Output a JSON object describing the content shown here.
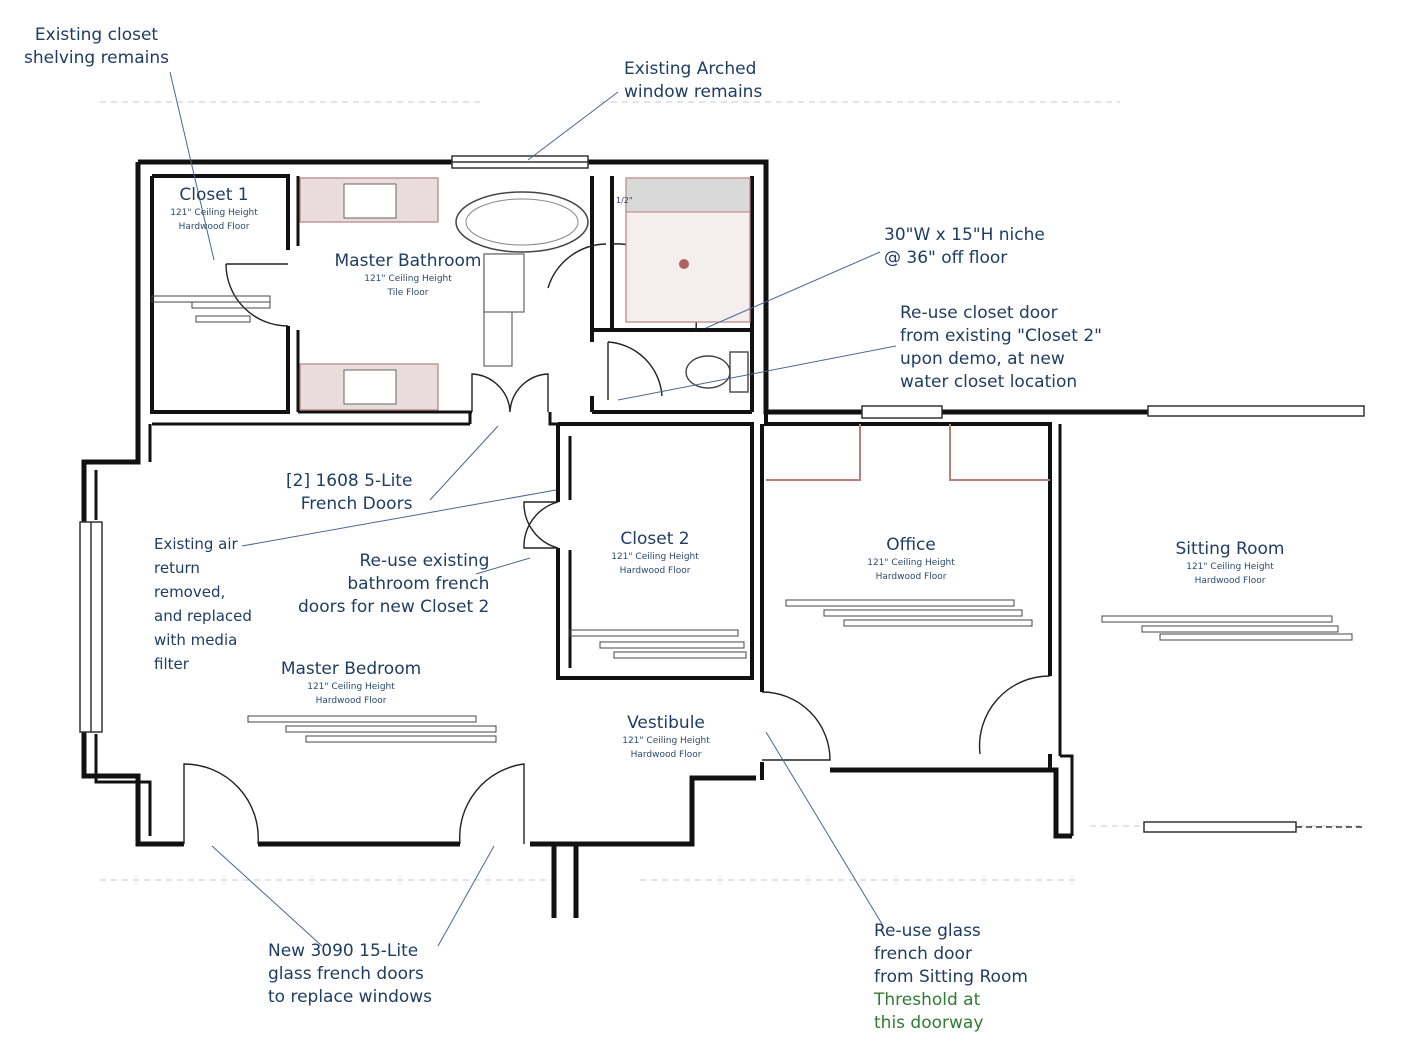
{
  "annotations": {
    "closet_shelving": [
      "Existing closet",
      "shelving remains"
    ],
    "arched_window": [
      "Existing Arched",
      "window remains"
    ],
    "niche": [
      "30\"W x 15\"H niche",
      "@ 36\" off floor"
    ],
    "closet_door": [
      "Re-use closet door",
      "from existing \"Closet 2\"",
      "upon demo, at new",
      "water closet location"
    ],
    "french_doors_1608": [
      "[2] 1608 5-Lite",
      "French Doors"
    ],
    "air_return": [
      "Existing air",
      "return",
      "removed,",
      "and replaced",
      "with media",
      "filter"
    ],
    "bathroom_french_doors": [
      "Re-use existing",
      "bathroom french",
      "doors for new Closet 2"
    ],
    "new_french_doors": [
      "New 3090 15-Lite",
      "glass french doors",
      "to replace windows"
    ],
    "sitting_room_door": [
      "Re-use glass",
      "french door",
      "from Sitting Room"
    ],
    "threshold_note": [
      "Threshold at",
      "this doorway"
    ]
  },
  "rooms": {
    "closet1": {
      "name": "Closet 1",
      "spec1": "121\" Ceiling Height",
      "spec2": "Hardwood Floor"
    },
    "master_bath": {
      "name": "Master Bathroom",
      "spec1": "121\" Ceiling Height",
      "spec2": "Tile Floor"
    },
    "closet2": {
      "name": "Closet 2",
      "spec1": "121\" Ceiling Height",
      "spec2": "Hardwood Floor"
    },
    "office": {
      "name": "Office",
      "spec1": "121\" Ceiling Height",
      "spec2": "Hardwood Floor"
    },
    "sitting_room": {
      "name": "Sitting Room",
      "spec1": "121\" Ceiling Height",
      "spec2": "Hardwood Floor"
    },
    "master_bedroom": {
      "name": "Master Bedroom",
      "spec1": "121\" Ceiling Height",
      "spec2": "Hardwood Floor"
    },
    "vestibule": {
      "name": "Vestibule",
      "spec1": "121\" Ceiling Height",
      "spec2": "Hardwood Floor"
    }
  },
  "dimension_label": "1/2\"",
  "colors": {
    "wall": "#111111",
    "annotation_text": "#1f3d63",
    "threshold_text": "#2e7d32",
    "cabinet_fill": "#e9dcdc",
    "cabinet_stroke": "#b98080",
    "fixture_stroke": "#666666"
  }
}
